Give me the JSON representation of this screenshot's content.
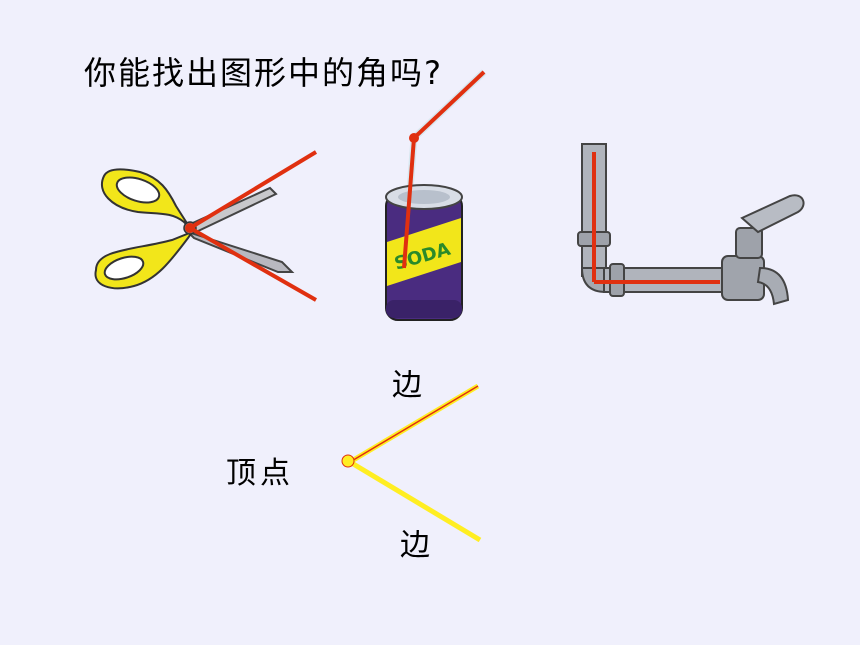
{
  "slide": {
    "title": "你能找出图形中的角吗?",
    "labels": {
      "side_top": "边",
      "side_bottom": "边",
      "vertex": "顶点"
    }
  },
  "colors": {
    "background": "#f0f0fc",
    "angle_line": "#e03010",
    "side_line": "#ffee22",
    "vertex_dot": "#ffee22"
  },
  "icons": [
    "scissors-icon",
    "soda-can-icon",
    "water-faucet-icon"
  ]
}
